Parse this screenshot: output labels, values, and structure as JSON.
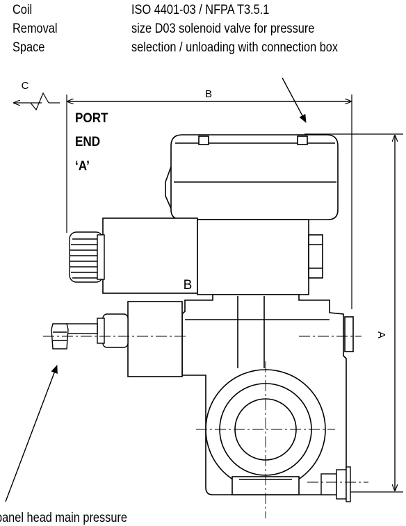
{
  "header": {
    "left_lines": [
      "Coil",
      "Removal",
      "Space"
    ],
    "right_lines": [
      "ISO 4401-03 / NFPA T3.5.1",
      "size D03 solenoid valve for pressure",
      "selection / unloading with connection box"
    ]
  },
  "dimensions": {
    "c": "C",
    "b": "B",
    "a": "A"
  },
  "port_label": [
    "PORT",
    "END",
    "‘A’"
  ],
  "solenoid_label": "B",
  "footer_caption": "panel head main pressure"
}
